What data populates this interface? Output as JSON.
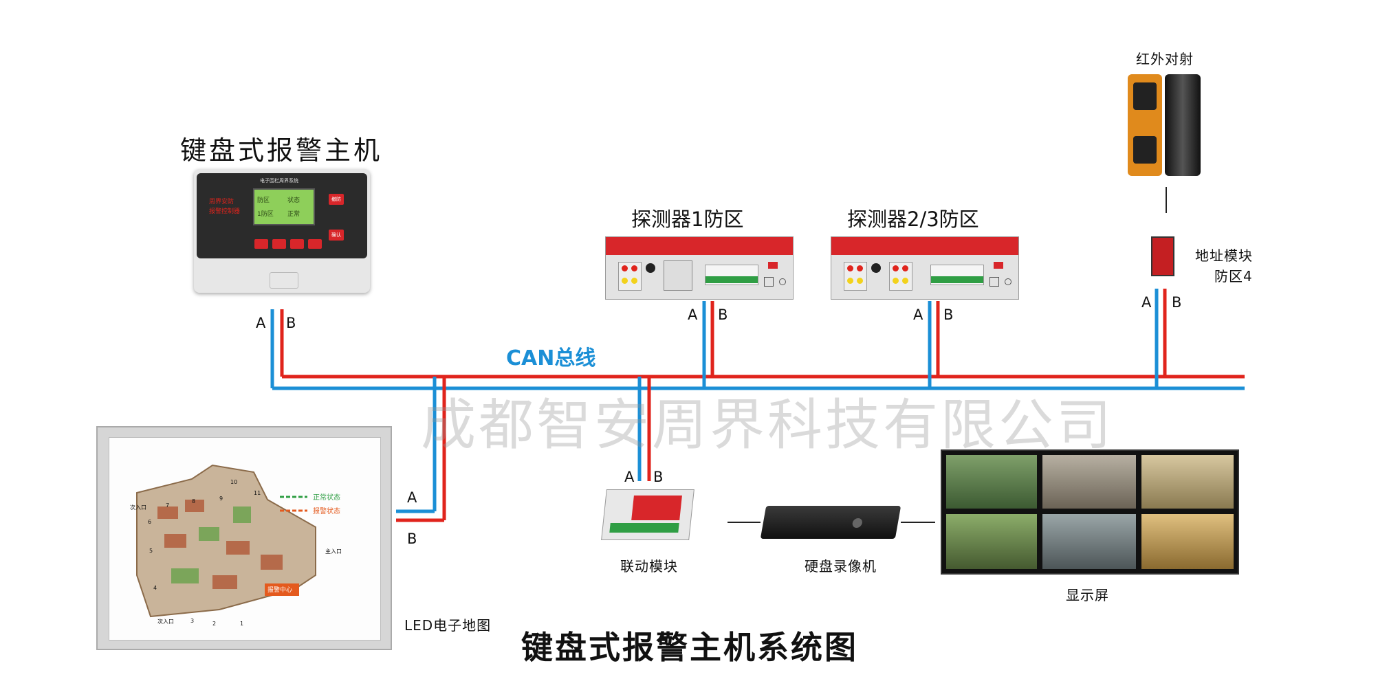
{
  "controller": {
    "title": "键盘式报警主机",
    "panel_header": "电子围栏周界系统",
    "panel_line1": "周界安防",
    "panel_line2": "报警控制器",
    "btn_top": "撤防",
    "btn_bottom": "确认",
    "screen_cells": [
      "防区",
      "状态",
      "1防区",
      "正常"
    ]
  },
  "detector1": {
    "title": "探测器1防区"
  },
  "detector2": {
    "title": "探测器2/3防区"
  },
  "ir_beam": {
    "title": "红外对射"
  },
  "address_module": {
    "line1": "地址模块",
    "line2": "防区4"
  },
  "bus": {
    "label": "CAN总线"
  },
  "wires": {
    "a": "A",
    "b": "B"
  },
  "map": {
    "caption": "LED电子地图",
    "legend_normal": "正常状态",
    "legend_alarm": "报警状态",
    "center_label": "报警中心",
    "entrance_main": "主入口",
    "entrance_secondary": "次入口",
    "numbers": [
      "1",
      "2",
      "3",
      "4",
      "5",
      "6",
      "7",
      "8",
      "9",
      "10",
      "11"
    ]
  },
  "linkage_module": {
    "title": "联动模块"
  },
  "nvr": {
    "title": "硬盘录像机"
  },
  "display": {
    "title": "显示屏"
  },
  "watermark": "成都智安周界科技有限公司",
  "diagram_title": "键盘式报警主机系统图",
  "colors": {
    "wire_a": "#1b8fd6",
    "wire_b": "#e0241c",
    "device_red": "#d8262a"
  }
}
